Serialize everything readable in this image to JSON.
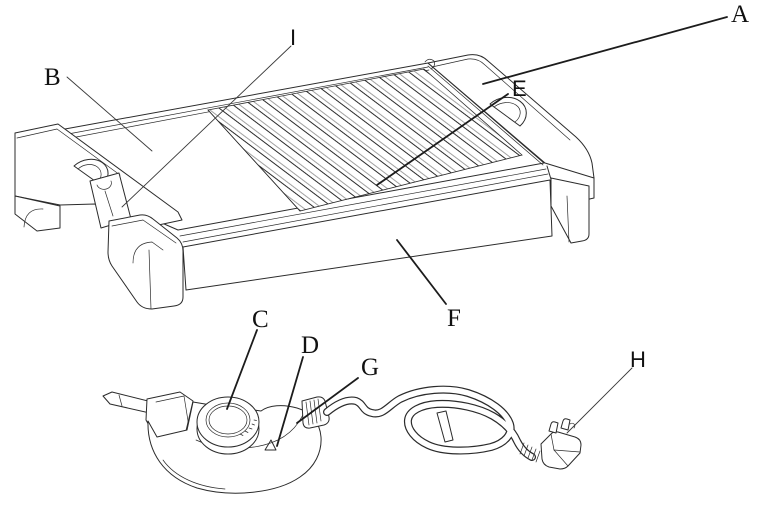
{
  "diagram": {
    "background": "#ffffff",
    "line_color": "#2b2b2b",
    "label_color": "#111111",
    "labels": {
      "A": "A",
      "B": "B",
      "C": "C",
      "D": "D",
      "E": "E",
      "F": "F",
      "G": "G",
      "H": "H",
      "I": "I"
    }
  }
}
